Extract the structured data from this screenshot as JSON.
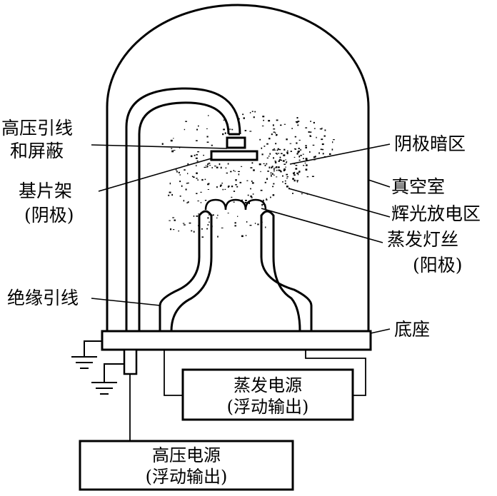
{
  "labels": {
    "hv_lead": [
      "高压引线",
      "和屏蔽"
    ],
    "substrate": [
      "基片架",
      "(阴极)"
    ],
    "insulated_lead": "绝缘引线",
    "cathode_dark": "阴极暗区",
    "chamber": "真空室",
    "glow": "辉光放电区",
    "filament": [
      "蒸发灯丝",
      "(阳极)"
    ],
    "base": "底座"
  },
  "boxes": {
    "evap": [
      "蒸发电源",
      "(浮动输出)"
    ],
    "hv": [
      "高压电源",
      "(浮动输出)"
    ]
  }
}
